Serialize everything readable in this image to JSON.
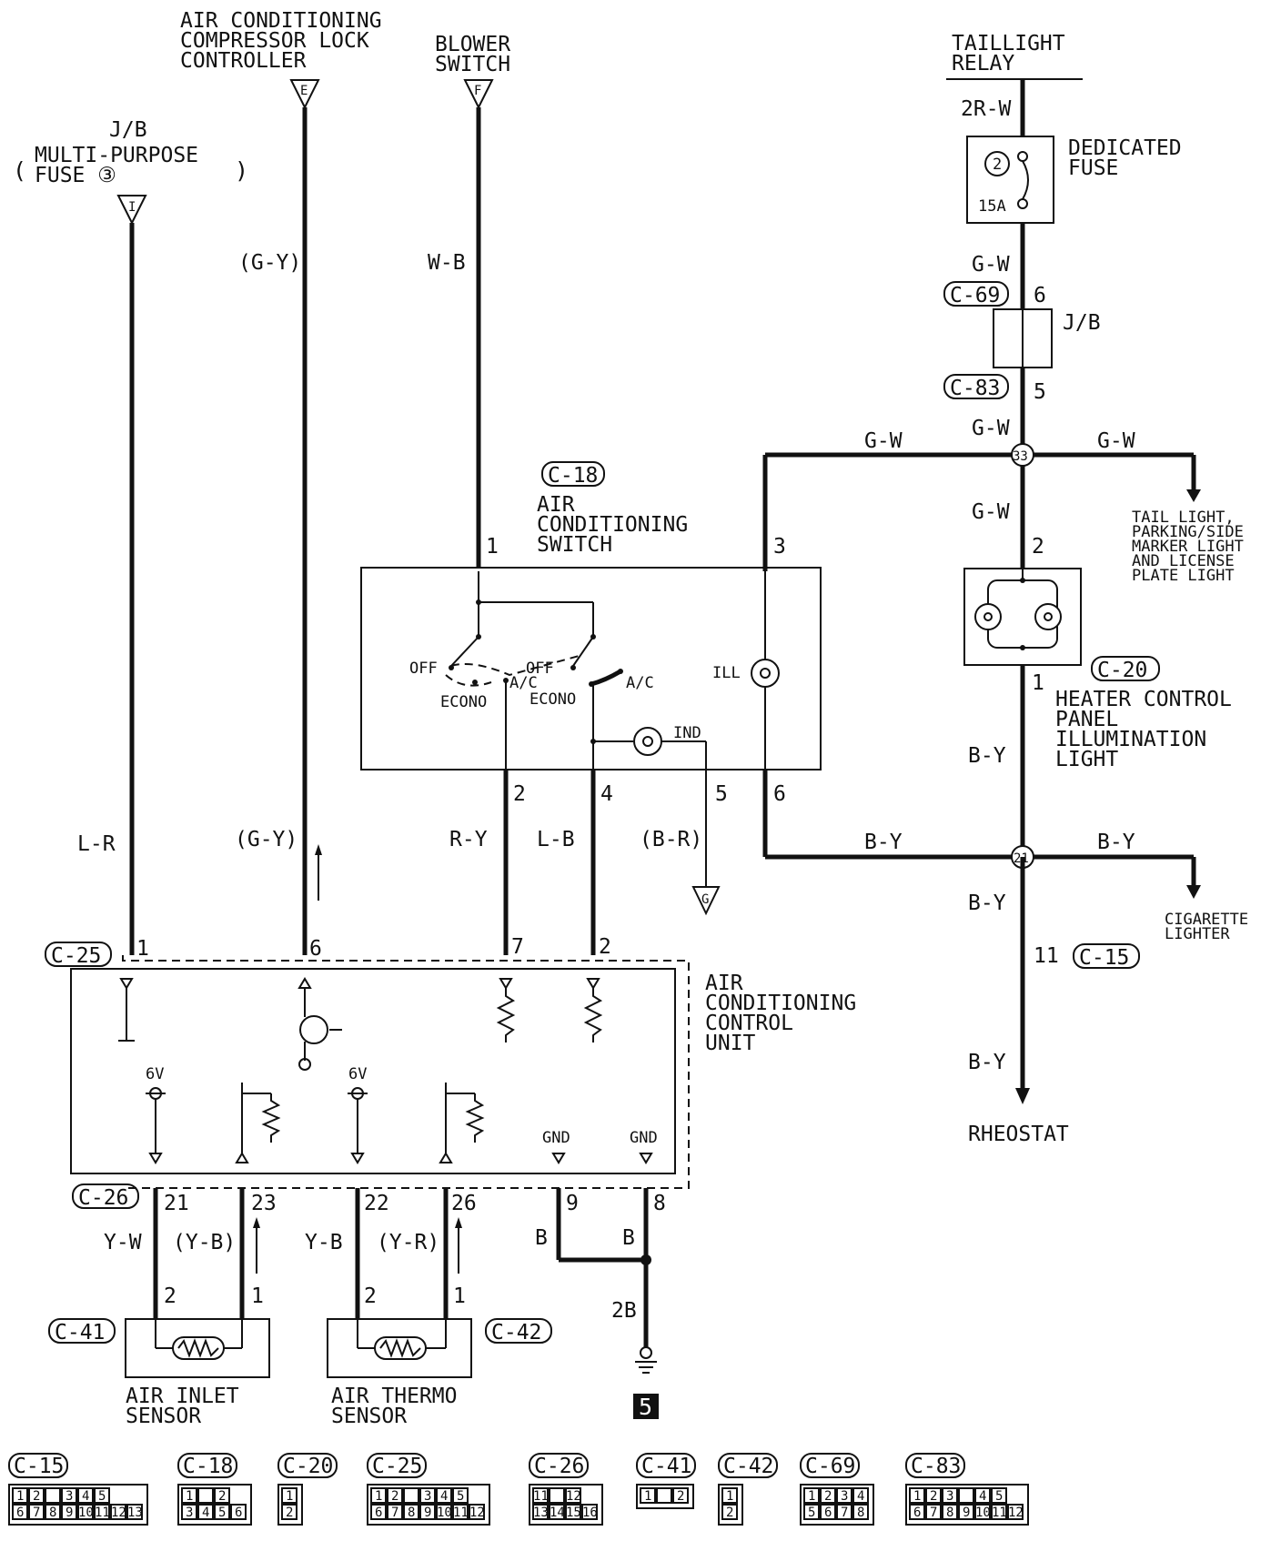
{
  "connectors_top": {
    "jb_multi": {
      "line1": "J/B",
      "line2": "MULTI-PURPOSE",
      "line3": "FUSE ③",
      "pin": "I"
    },
    "ac_lock": {
      "line1": "AIR CONDITIONING",
      "line2": "COMPRESSOR  LOCK",
      "line3": "CONTROLLER",
      "pin": "E"
    },
    "blower": {
      "line1": "BLOWER",
      "line2": "SWITCH",
      "pin": "F"
    },
    "taillight": {
      "line1": "TAILLIGHT",
      "line2": "RELAY"
    }
  },
  "wires": {
    "l_r": "L-R",
    "g_y_paren": "(G-Y)",
    "w_b": "W-B",
    "r_y": "R-Y",
    "l_b": "L-B",
    "b_r_paren": "(B-R)",
    "r2_w": "2R-W",
    "g_w": "G-W",
    "b_y": "B-Y",
    "y_w": "Y-W",
    "y_b_paren": "(Y-B)",
    "y_b": "Y-B",
    "y_r_paren": "(Y-R)",
    "b": "B",
    "b2": "2B"
  },
  "components": {
    "dedicated_fuse": {
      "line1": "DEDICATED",
      "line2": "FUSE",
      "number": "2",
      "rating": "15A"
    },
    "jb": "J/B",
    "ac_switch": {
      "connector": "C-18",
      "line1": "AIR",
      "line2": "CONDITIONING",
      "line3": "SWITCH",
      "off1": "OFF",
      "off2": "OFF",
      "ac1": "A/C",
      "ac2": "A/C",
      "econo1": "ECONO",
      "econo2": "ECONO",
      "ill": "ILL",
      "ind": "IND"
    },
    "heater_panel": {
      "connector": "C-20",
      "line1": "HEATER CONTROL",
      "line2": "PANEL",
      "line3": "ILLUMINATION",
      "line4": "LIGHT"
    },
    "ac_control_unit": {
      "line1": "AIR",
      "line2": "CONDITIONING",
      "line3": "CONTROL",
      "line4": "UNIT",
      "v6a": "6V",
      "v6b": "6V",
      "gnd1": "GND",
      "gnd2": "GND"
    },
    "air_inlet_sensor": {
      "connector": "C-41",
      "line1": "AIR INLET",
      "line2": "SENSOR"
    },
    "air_thermo_sensor": {
      "connector": "C-42",
      "line1": "AIR THERMO",
      "line2": "SENSOR"
    },
    "ground_number": "5",
    "ground_g": "G",
    "tail_dest": {
      "line1": "TAIL LIGHT,",
      "line2": "PARKING/SIDE",
      "line3": "MARKER LIGHT",
      "line4": "AND LICENSE",
      "line5": "PLATE LIGHT"
    },
    "cig_dest": {
      "line1": "CIGARETTE",
      "line2": "LIGHTER"
    },
    "rheostat": "RHEOSTAT"
  },
  "splices": {
    "s33": "33",
    "s21": "21"
  },
  "connector_tags": {
    "c69": "C-69",
    "c83": "C-83",
    "c25": "C-25",
    "c26": "C-26",
    "c15": "C-15"
  },
  "pins": {
    "p1": "1",
    "p2": "2",
    "p3": "3",
    "p4": "4",
    "p5": "5",
    "p6": "6",
    "p7": "7",
    "p8": "8",
    "p9": "9",
    "p11": "11",
    "p21": "21",
    "p22": "22",
    "p23": "23",
    "p26": "26"
  },
  "connector_legend": [
    {
      "id": "C-15",
      "rows": [
        [
          "1",
          "2",
          "",
          "3",
          "4",
          "5"
        ],
        [
          "6",
          "7",
          "8",
          "9",
          "10",
          "11",
          "12",
          "13"
        ]
      ]
    },
    {
      "id": "C-18",
      "rows": [
        [
          "1",
          "",
          "2"
        ],
        [
          "3",
          "4",
          "5",
          "6"
        ]
      ]
    },
    {
      "id": "C-20",
      "rows": [
        [
          "1"
        ],
        [
          "2"
        ]
      ]
    },
    {
      "id": "C-25",
      "rows": [
        [
          "1",
          "2",
          "",
          "3",
          "4",
          "5"
        ],
        [
          "6",
          "7",
          "8",
          "9",
          "10",
          "11",
          "12"
        ]
      ]
    },
    {
      "id": "C-26",
      "rows": [
        [
          "11",
          "",
          "12"
        ],
        [
          "13",
          "14",
          "15",
          "16"
        ]
      ]
    },
    {
      "id": "C-41",
      "rows": [
        [
          "1",
          "",
          "2"
        ]
      ]
    },
    {
      "id": "C-42",
      "rows": [
        [
          "1"
        ],
        [
          "2"
        ]
      ]
    },
    {
      "id": "C-69",
      "rows": [
        [
          "1",
          "2",
          "3",
          "4"
        ],
        [
          "5",
          "6",
          "7",
          "8"
        ]
      ]
    },
    {
      "id": "C-83",
      "rows": [
        [
          "1",
          "2",
          "3",
          "",
          "4",
          "5"
        ],
        [
          "6",
          "7",
          "8",
          "9",
          "10",
          "11",
          "12"
        ]
      ]
    }
  ]
}
